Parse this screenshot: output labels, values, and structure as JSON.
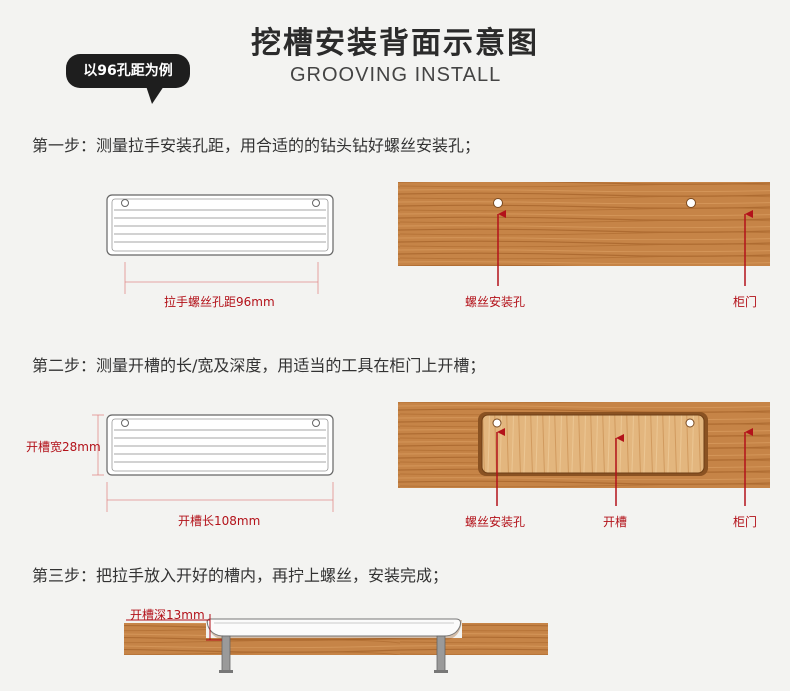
{
  "header": {
    "title": "挖槽安装背面示意图",
    "subtitle": "GROOVING INSTALL",
    "bubble": "以96孔距为例"
  },
  "steps": [
    {
      "text": "第一步：测量拉手安装孔距，用合适的的钻头钻好螺丝安装孔；"
    },
    {
      "text": "第二步：测量开槽的长/宽及深度，用适当的工具在柜门上开槽；"
    },
    {
      "text": "第三步：把拉手放入开好的槽内，再拧上螺丝，安装完成；"
    }
  ],
  "labels": {
    "hole_distance": "拉手螺丝孔距96mm",
    "screw_hole": "螺丝安装孔",
    "door": "柜门",
    "groove_width": "开槽宽28mm",
    "groove_length": "开槽长108mm",
    "groove": "开槽",
    "groove_depth": "开槽深13mm"
  },
  "colors": {
    "wood_light": "#c98a4b",
    "wood_dark": "#a9632b",
    "groove_fill": "#e3b67e",
    "annotation_red": "#b3121a",
    "bubble_bg": "#1e1e1e"
  }
}
